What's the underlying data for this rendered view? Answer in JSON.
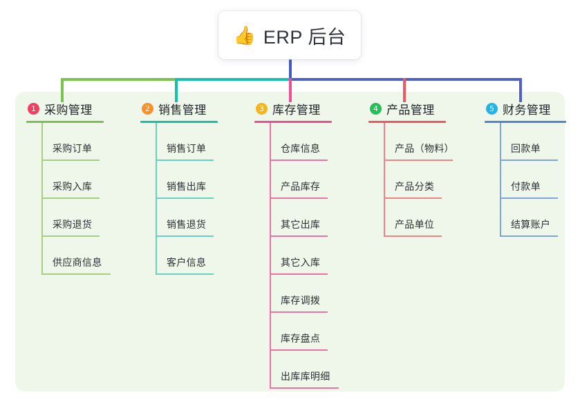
{
  "title": {
    "emoji": "👍",
    "emoji_name": "thumbs-up-icon",
    "text": "ERP 后台"
  },
  "theme": {
    "page_bg": "#ffffff",
    "panel_bg": "#eef7e9",
    "title_text_color": "#2f3238",
    "stem_color": "#4358c9"
  },
  "connectors": {
    "segments": [
      {
        "name": "left-green",
        "color": "#7cc250"
      },
      {
        "name": "middle-teal",
        "color": "#12c2ab"
      },
      {
        "name": "right-blue",
        "color": "#4f5fcf"
      }
    ]
  },
  "columns": [
    {
      "index": "1",
      "title": "采购管理",
      "badge_color": "#ef4060",
      "accent": "#7cc250",
      "leaf_line": "#a5cf7f",
      "items": [
        "采购订单",
        "采购入库",
        "采购退货",
        "供应商信息"
      ]
    },
    {
      "index": "2",
      "title": "销售管理",
      "badge_color": "#f7902e",
      "accent": "#12c2ab",
      "leaf_line": "#68cfc2",
      "items": [
        "销售订单",
        "销售出库",
        "销售退货",
        "客户信息"
      ]
    },
    {
      "index": "3",
      "title": "库存管理",
      "badge_color": "#f5b521",
      "accent": "#ef4d96",
      "leaf_line": "#ef6fa7",
      "items": [
        "仓库信息",
        "产品库存",
        "其它出库",
        "其它入库",
        "库存调拨",
        "库存盘点",
        "出库库明细"
      ]
    },
    {
      "index": "4",
      "title": "产品管理",
      "badge_color": "#25bf59",
      "accent": "#f4555f",
      "leaf_line": "#f58187",
      "items": [
        "产品（物料）",
        "产品分类",
        "产品单位"
      ]
    },
    {
      "index": "5",
      "title": "财务管理",
      "badge_color": "#22b4e8",
      "accent": "#4f84d6",
      "leaf_line": "#7ea4de",
      "items": [
        "回款单",
        "付款单",
        "结算账户"
      ]
    }
  ]
}
